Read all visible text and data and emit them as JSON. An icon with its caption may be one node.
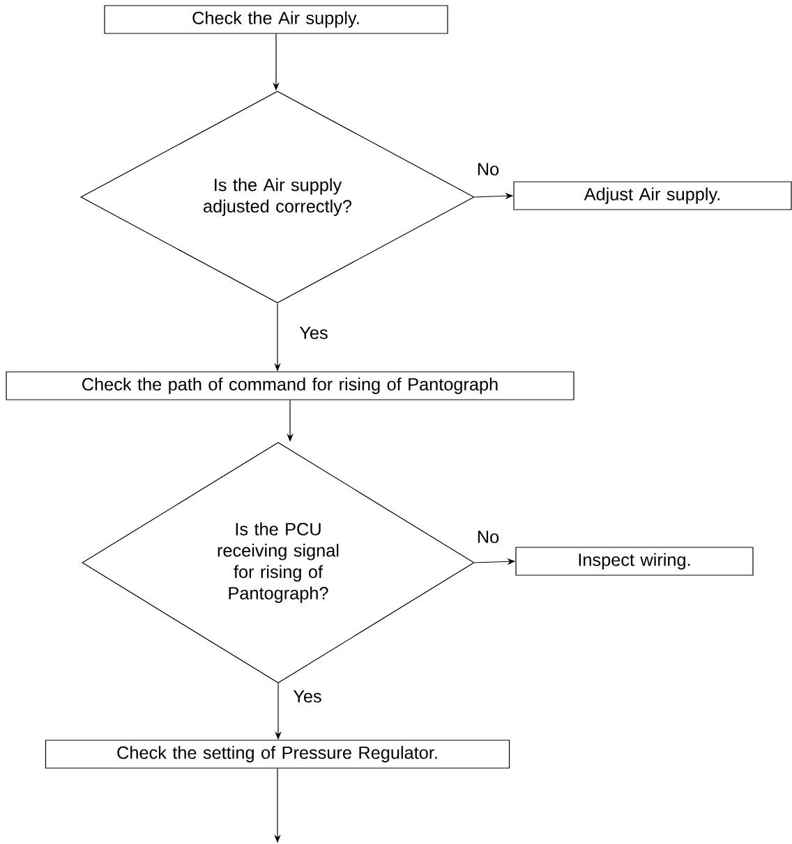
{
  "diagram": {
    "nodes": [
      {
        "text": [
          "Check the Air supply."
        ]
      },
      {
        "text": [
          "Is the Air supply adjusted correctly?"
        ]
      },
      {
        "text": [
          "Adjust Air supply."
        ]
      },
      {
        "text": [
          "Check the path of command for rising of Pantograph"
        ]
      },
      {
        "text": [
          "Is the PCU receiving signal for rising of Pantograph?"
        ]
      },
      {
        "text": [
          "Inspect wiring."
        ]
      },
      {
        "text": [
          "Check the setting of Pressure Regulator."
        ]
      }
    ],
    "edges": [
      {
        "from": 0,
        "to": 1,
        "arrow": "to"
      },
      {
        "from": 1,
        "to": 2,
        "arrow": "to",
        "label": "No"
      },
      {
        "from": 1,
        "to": 3,
        "arrow": "to",
        "label": "Yes"
      },
      {
        "from": 3,
        "to": 4,
        "arrow": "to"
      },
      {
        "from": 4,
        "to": 5,
        "arrow": "to",
        "label": "No"
      },
      {
        "from": 4,
        "to": 6,
        "arrow": "to",
        "label": "Yes"
      },
      {
        "from": 6,
        "to": null,
        "arrow": "to"
      }
    ]
  }
}
